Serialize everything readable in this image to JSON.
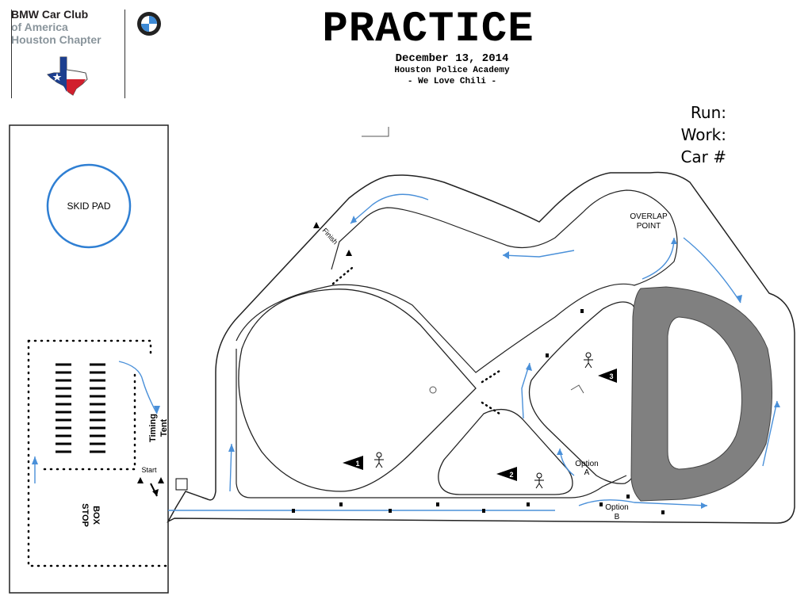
{
  "header": {
    "org_lines": [
      "BMW Car Club",
      "of America",
      "Houston Chapter"
    ],
    "title": "PRACTICE",
    "date": "December 13, 2014",
    "venue": "Houston Police Academy",
    "note": "- We Love Chili -"
  },
  "run_card": {
    "run_label": "Run:",
    "work_label": "Work:",
    "car_label": "Car #"
  },
  "map": {
    "skid_pad_label": "SKID PAD",
    "finish_label": "Finish",
    "overlap_label_1": "OVERLAP",
    "overlap_label_2": "POINT",
    "timing_tent_label_1": "Timing",
    "timing_tent_label_2": "Tent",
    "start_label": "Start",
    "stop_box_label_1": "STOP",
    "stop_box_label_2": "BOX",
    "option_a_1": "Option",
    "option_a_2": "A",
    "option_b_1": "Option",
    "option_b_2": "B",
    "worker_station_numbers": [
      "1",
      "2",
      "3"
    ]
  },
  "colors": {
    "arrow_blue": "#4a90d9",
    "pavement_gray": "#808080",
    "skid_pad_blue": "#2f7fd3",
    "texas_blue": "#1d3f8f",
    "texas_red": "#d11f2d"
  }
}
